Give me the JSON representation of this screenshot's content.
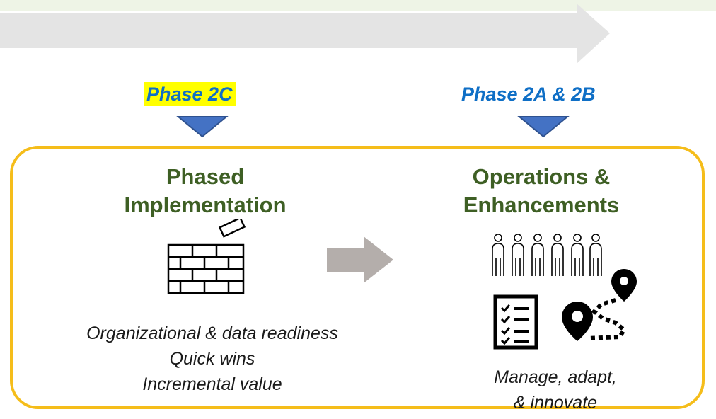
{
  "phases": {
    "left_label": "Phase 2C",
    "right_label": "Phase 2A & 2B",
    "left_highlight": "#ffff00"
  },
  "left_panel": {
    "heading_line1": "Phased",
    "heading_line2": "Implementation",
    "icon": "brick-wall-icon",
    "lines": [
      "Organizational & data readiness",
      "Quick wins",
      "Incremental value"
    ]
  },
  "right_panel": {
    "heading_line1": "Operations &",
    "heading_line2": "Enhancements",
    "icons": [
      "people-group-icon",
      "checklist-icon",
      "route-map-icon"
    ],
    "lines": [
      "Manage, adapt,",
      "& innovate"
    ]
  },
  "colors": {
    "heading": "#3e5f24",
    "phase_text": "#0f6fc6",
    "border": "#f5bd1a",
    "triangle": "#4472c4"
  }
}
